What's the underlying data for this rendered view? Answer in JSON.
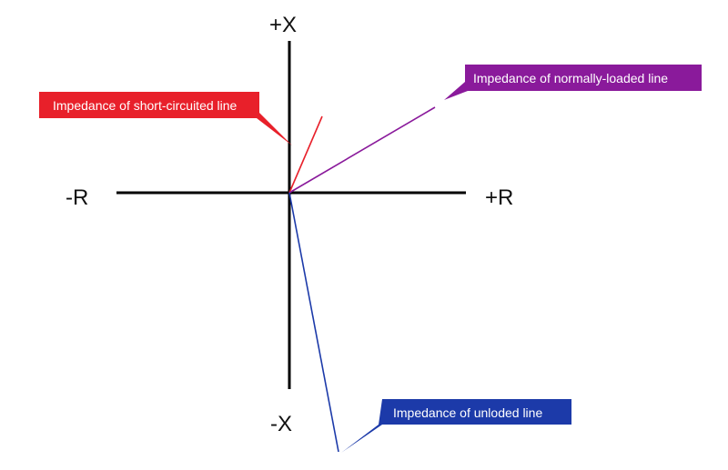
{
  "axes": {
    "positive_x": "+X",
    "negative_x": "-X",
    "positive_r": "+R",
    "negative_r": "-R"
  },
  "callouts": {
    "short_circuited": {
      "text": "Impedance of short-circuited line",
      "color": "#e8202a"
    },
    "normally_loaded": {
      "text": "Impedance of normally-loaded line",
      "color": "#8a1a9b"
    },
    "unloaded": {
      "text": "Impedance of unloded line",
      "color": "#1c3aa9"
    }
  },
  "colors": {
    "axis": "#000000",
    "background": "#ffffff"
  }
}
